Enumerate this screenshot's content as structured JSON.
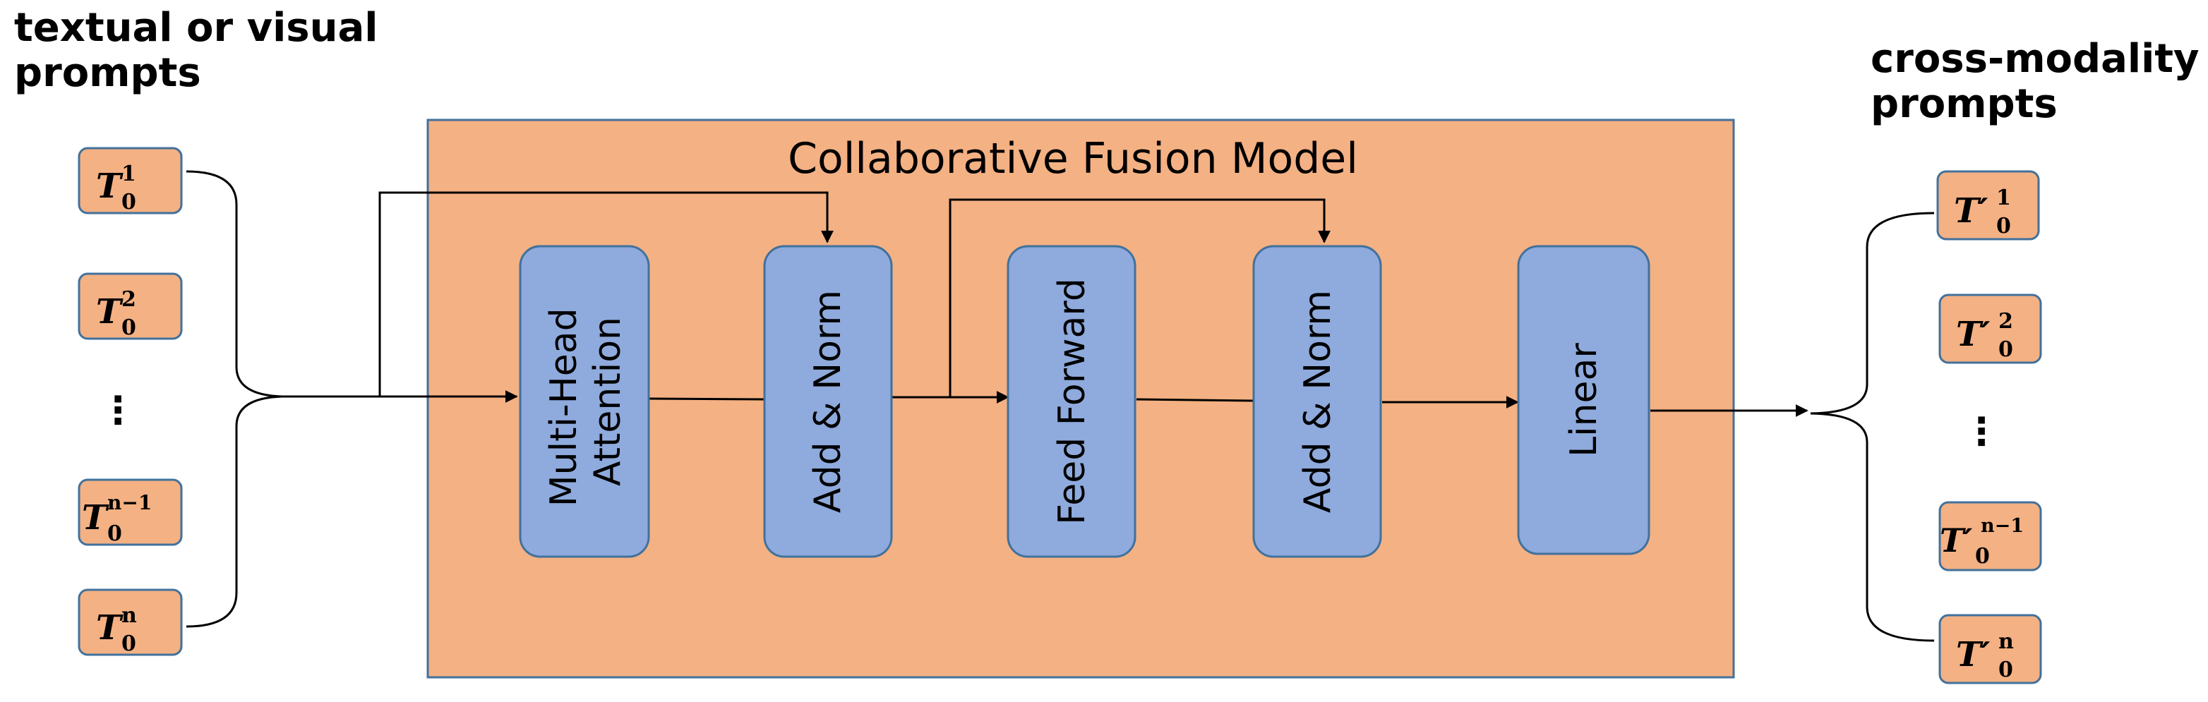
{
  "input_heading": {
    "line1": "textual or visual",
    "line2": "prompts"
  },
  "output_heading": {
    "line1": "cross-modality",
    "line2": "prompts"
  },
  "model": {
    "title": "Collaborative Fusion Model",
    "blocks": [
      {
        "line1": "Multi-Head",
        "line2": "Attention"
      },
      {
        "line1": "Add & Norm"
      },
      {
        "line1": "Feed Forward"
      },
      {
        "line1": "Add & Norm"
      },
      {
        "line1": "Linear"
      }
    ]
  },
  "input_tokens": [
    {
      "base": "T",
      "sub": "0",
      "sup": "1"
    },
    {
      "base": "T",
      "sub": "0",
      "sup": "2"
    },
    {
      "ellipsis": "⋮"
    },
    {
      "base": "T",
      "sub": "0",
      "sup": "n−1"
    },
    {
      "base": "T",
      "sub": "0",
      "sup": "n"
    }
  ],
  "output_tokens": [
    {
      "base": "T′",
      "sub": "0",
      "sup": "1"
    },
    {
      "base": "T′",
      "sub": "0",
      "sup": "2"
    },
    {
      "ellipsis": "⋮"
    },
    {
      "base": "T′",
      "sub": "0",
      "sup": "n−1"
    },
    {
      "base": "T′",
      "sub": "0",
      "sup": "n"
    }
  ],
  "colors": {
    "model_fill": "#f4b183",
    "block_fill": "#8faadc",
    "token_fill": "#f4b183",
    "border": "#41719c",
    "line": "#000000"
  }
}
